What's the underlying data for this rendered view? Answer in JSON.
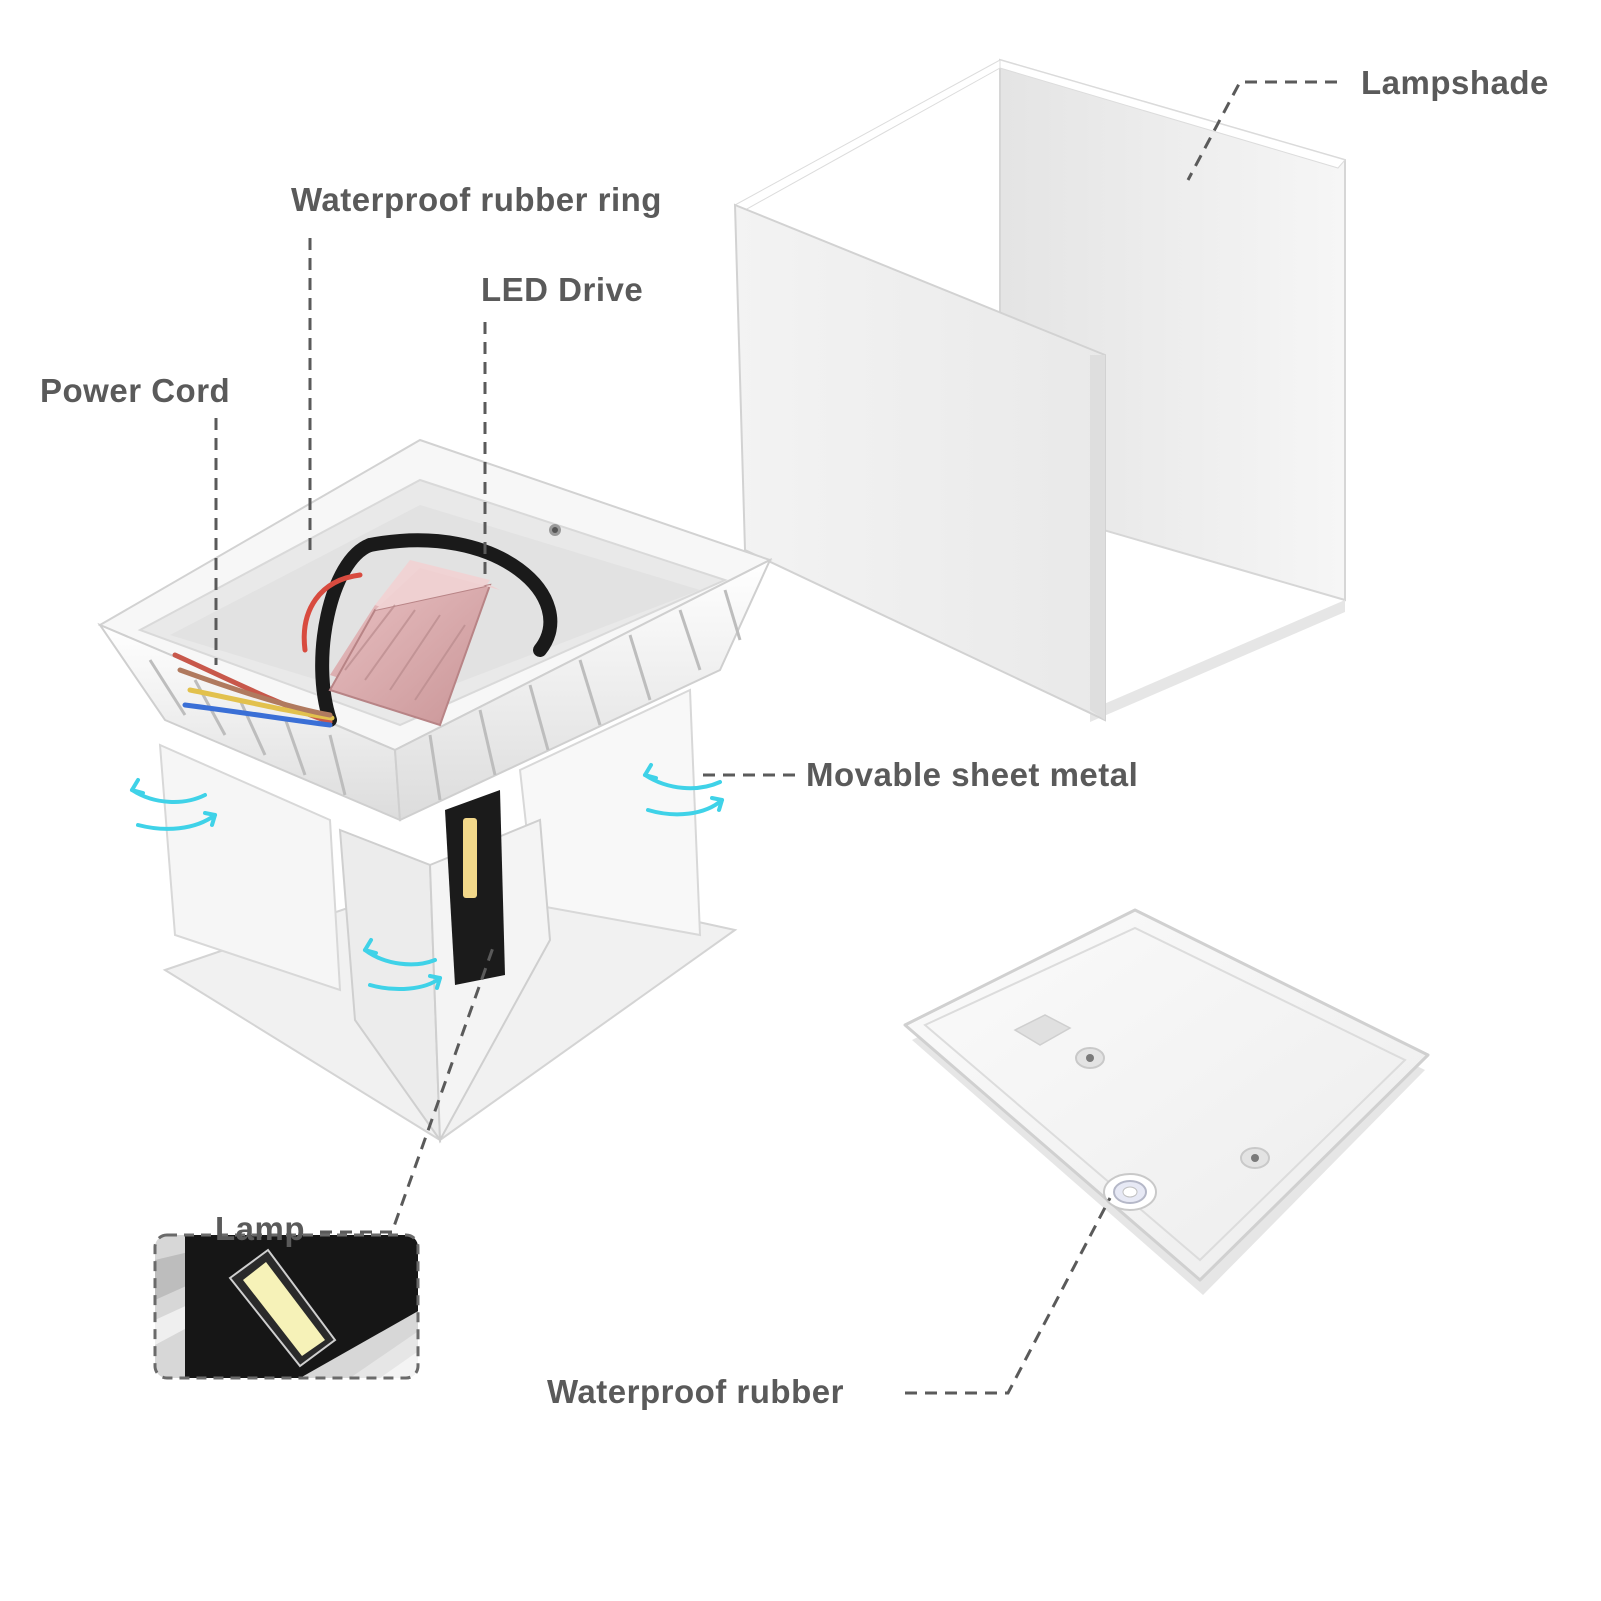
{
  "labels": {
    "lampshade": "Lampshade",
    "waterproof_rubber_ring": "Waterproof rubber ring",
    "led_drive": "LED Drive",
    "power_cord": "Power Cord",
    "movable_sheet_metal": "Movable sheet metal",
    "lamp": "Lamp",
    "waterproof_rubber": "Waterproof rubber"
  },
  "colors": {
    "label_text": "#5a5a5a",
    "leader_line": "#5a5a5a",
    "arrow": "#3fd2e8",
    "driver": "#d9a9ab",
    "cable": "#1a1a1a",
    "led_chip": "#f6f2b8",
    "housing": "#f4f4f4"
  }
}
